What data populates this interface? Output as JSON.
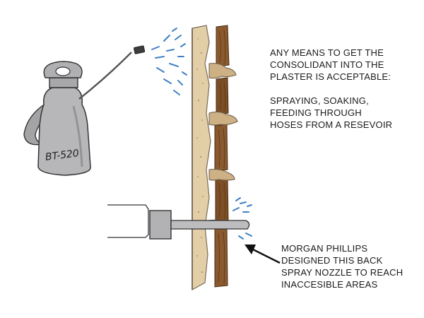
{
  "sprayer": {
    "tank_label": "BT-520"
  },
  "caption_methods": {
    "lines": [
      "ANY MEANS TO GET THE",
      "CONSOLIDANT INTO THE",
      "PLASTER IS ACCEPTABLE:",
      "SPRAYING, SOAKING,",
      "FEEDING THROUGH",
      "HOSES FROM A RESEVOIR"
    ]
  },
  "caption_nozzle": {
    "lines": [
      "MORGAN PHILLIPS",
      "DESIGNED THIS BACK",
      "SPRAY NOZZLE TO REACH",
      "INACCESIBLE AREAS"
    ]
  },
  "colors": {
    "wall_plaster": "#dcc6a0",
    "wall_face": "#f3ebdc",
    "lath_wood": "#8a5a2e",
    "key_plaster": "#c9a878",
    "tank": "#b4b4b6",
    "nozzle": "#b0b0b2",
    "spray": "#5aa0d6",
    "ink": "#333333"
  },
  "icons": [
    "pump-sprayer-icon",
    "back-spray-nozzle-icon",
    "pointer-arrow-icon"
  ]
}
